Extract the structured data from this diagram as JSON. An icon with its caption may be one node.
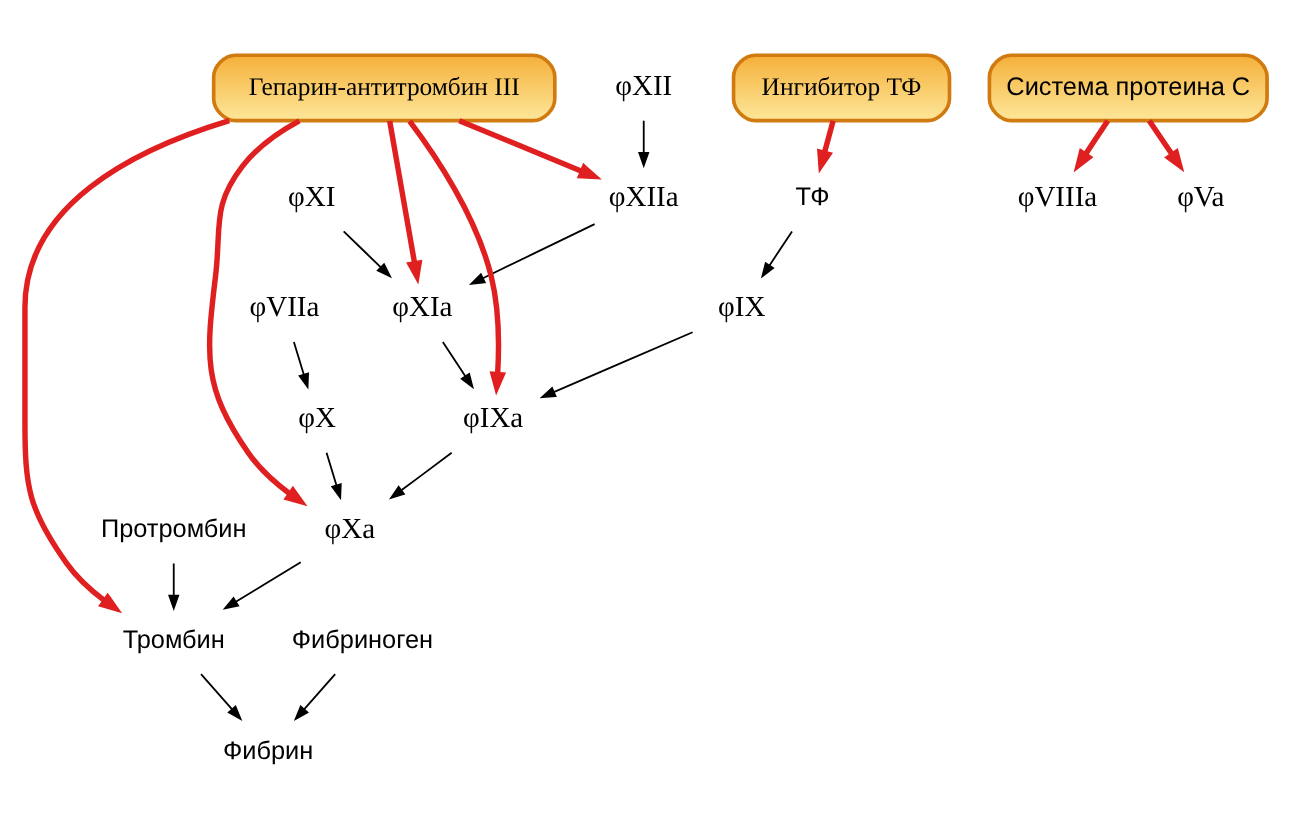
{
  "diagram": {
    "nodes": [
      {
        "text": [
          "φXII"
        ]
      },
      {
        "text": [
          "φXIIa"
        ]
      },
      {
        "text": [
          "φXI"
        ]
      },
      {
        "text": [
          "φXIa"
        ]
      },
      {
        "text": [
          "φIX"
        ]
      },
      {
        "text": [
          "φIXa"
        ]
      },
      {
        "text": [
          "ТФ"
        ]
      },
      {
        "text": [
          "φVIIIa"
        ]
      },
      {
        "text": [
          "φVIIa"
        ]
      },
      {
        "text": [
          "φX"
        ]
      },
      {
        "text": [
          "φXa"
        ]
      },
      {
        "text": [
          "Протромбин"
        ]
      },
      {
        "text": [
          "Тромбин"
        ]
      },
      {
        "text": [
          "φVa"
        ]
      },
      {
        "text": [
          "Фибриноген"
        ]
      },
      {
        "text": [
          "Фибрин"
        ]
      },
      {
        "text": [
          "Гепарин-антитромбин III"
        ]
      },
      {
        "text": [
          "Ингибитор ТФ"
        ]
      },
      {
        "text": [
          "Система протеина С"
        ]
      }
    ],
    "edges": [
      {
        "from": 0,
        "to": 1,
        "arrow": "to"
      },
      {
        "from": 1,
        "to": 3,
        "arrow": "to"
      },
      {
        "from": 2,
        "to": 3,
        "arrow": "to"
      },
      {
        "from": 3,
        "to": 5,
        "arrow": "to"
      },
      {
        "from": 4,
        "to": 5,
        "arrow": "to"
      },
      {
        "from": 6,
        "to": 4,
        "arrow": "to"
      },
      {
        "from": 5,
        "to": 10,
        "arrow": "to"
      },
      {
        "from": 8,
        "to": 9,
        "arrow": "to"
      },
      {
        "from": 9,
        "to": 10,
        "arrow": "to"
      },
      {
        "from": 10,
        "to": 12,
        "arrow": "to"
      },
      {
        "from": 11,
        "to": 12,
        "arrow": "to"
      },
      {
        "from": 12,
        "to": 15,
        "arrow": "to"
      },
      {
        "from": 14,
        "to": 15,
        "arrow": "to"
      },
      {
        "from": 16,
        "to": 1,
        "arrow": "to",
        "style": "thick",
        "color": "#e02020"
      },
      {
        "from": 16,
        "to": 3,
        "arrow": "to",
        "style": "thick",
        "color": "#e02020"
      },
      {
        "from": 16,
        "to": 5,
        "arrow": "to",
        "style": "thick",
        "color": "#e02020"
      },
      {
        "from": 16,
        "to": 10,
        "arrow": "to",
        "style": "thick",
        "color": "#e02020"
      },
      {
        "from": 16,
        "to": 12,
        "arrow": "to",
        "style": "thick",
        "color": "#e02020"
      },
      {
        "from": 17,
        "to": 6,
        "arrow": "to",
        "style": "thick",
        "color": "#e02020"
      },
      {
        "from": 18,
        "to": 7,
        "arrow": "to",
        "style": "thick",
        "color": "#e02020"
      },
      {
        "from": 18,
        "to": 13,
        "arrow": "to",
        "style": "thick",
        "color": "#e02020"
      }
    ]
  }
}
